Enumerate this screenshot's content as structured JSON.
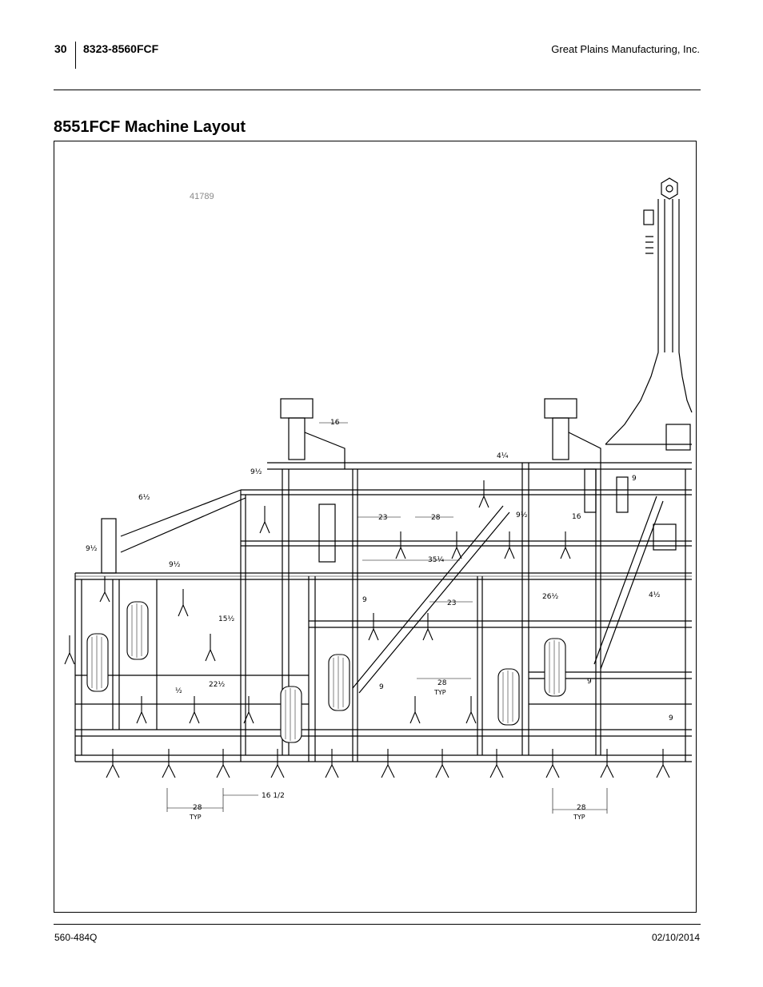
{
  "header": {
    "page_number": "30",
    "document_id": "8323-8560FCF",
    "company": "Great Plains Manufacturing, Inc."
  },
  "title": "8551FCF Machine Layout",
  "figure": {
    "figure_number": "41789",
    "dimensions": {
      "d_16_top": "16",
      "d_9half_upper": "9½",
      "d_4quarter": "4¼",
      "d_6half": "6½",
      "d_9_right": "9",
      "d_23_upper": "23",
      "d_28_upper": "28",
      "d_9half_mid": "9½",
      "d_16_right": "16",
      "d_9half_left": "9½",
      "d_35quarter": "35¼",
      "d_9half_center": "9½",
      "d_9_center": "9",
      "d_23_center": "23",
      "d_26half": "26½",
      "d_4half": "4½",
      "d_15half": "15½",
      "d_22half": "22½",
      "d_half": "½",
      "d_9_lower": "9",
      "d_28_mid": "28",
      "typ_mid": "TYP",
      "d_9_far": "9",
      "d_9_edge": "9",
      "d_28_left": "28",
      "typ_left": "TYP",
      "d_16_half_bottom": "16 1/2",
      "d_28_right": "28",
      "typ_right": "TYP"
    }
  },
  "footer": {
    "manual_number": "560-484Q",
    "date": "02/10/2014"
  }
}
